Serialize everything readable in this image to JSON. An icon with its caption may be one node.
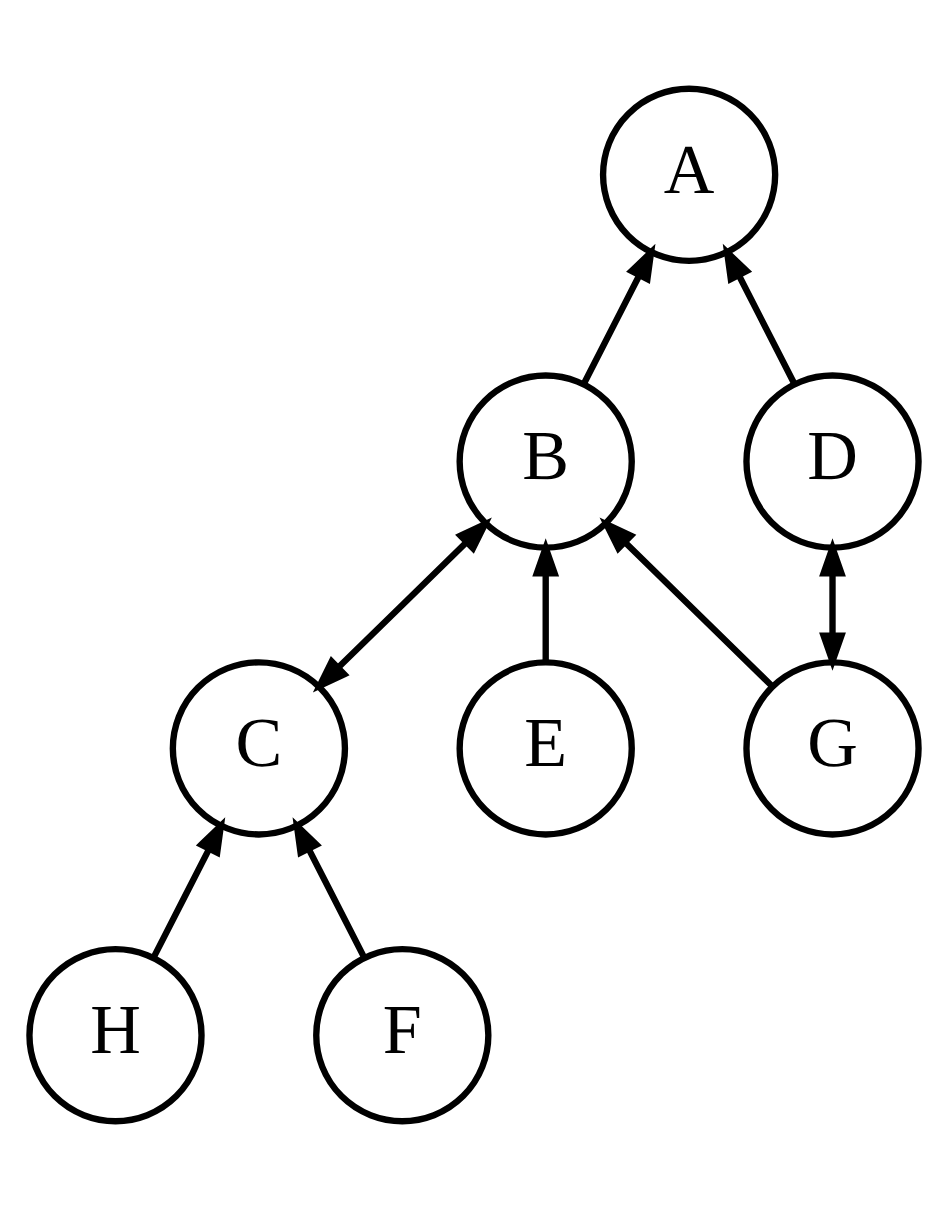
{
  "diagram": {
    "nodes": [
      {
        "text": [
          "A"
        ]
      },
      {
        "text": [
          "B"
        ]
      },
      {
        "text": [
          "D"
        ]
      },
      {
        "text": [
          "E"
        ]
      },
      {
        "text": [
          "C"
        ]
      },
      {
        "text": [
          "G"
        ]
      },
      {
        "text": [
          "H"
        ]
      },
      {
        "text": [
          "F"
        ]
      }
    ],
    "edges": [
      {
        "from": 1,
        "to": 0,
        "arrow": "to"
      },
      {
        "from": 2,
        "to": 0,
        "arrow": "to"
      },
      {
        "from": 1,
        "to": 4,
        "arrow": "both"
      },
      {
        "from": 3,
        "to": 1,
        "arrow": "to"
      },
      {
        "from": 5,
        "to": 1,
        "arrow": "to"
      },
      {
        "from": 2,
        "to": 5,
        "arrow": "both"
      },
      {
        "from": 6,
        "to": 4,
        "arrow": "to"
      },
      {
        "from": 7,
        "to": 4,
        "arrow": "to"
      }
    ]
  }
}
